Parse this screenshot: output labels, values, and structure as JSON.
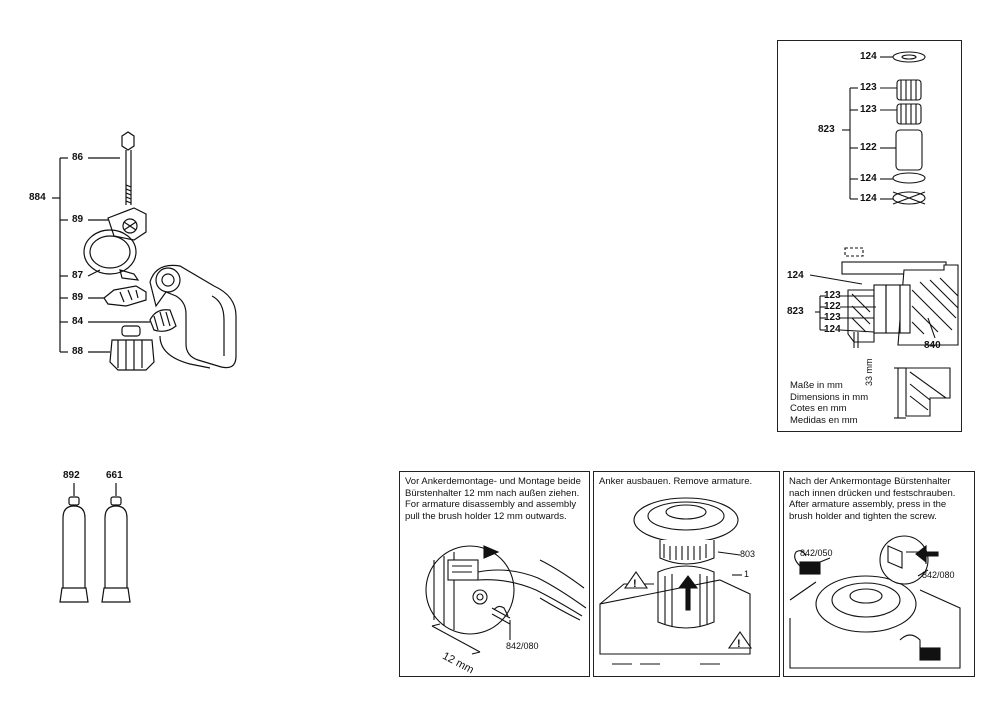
{
  "left_group": {
    "assembly_label": "884",
    "part_labels": [
      "86",
      "89",
      "87",
      "89",
      "84",
      "88"
    ]
  },
  "tubes": {
    "labels": [
      "892",
      "661"
    ]
  },
  "detail_box": {
    "top_labels": [
      "124",
      "123",
      "123",
      "823",
      "122",
      "124",
      "124"
    ],
    "section_labels": [
      "124",
      "123",
      "122",
      "123",
      "823",
      "124",
      "840"
    ],
    "dimension": "33 mm",
    "dim_notes": [
      "Maße in mm",
      "Dimensions in mm",
      "Cotes en mm",
      "Medidas en mm"
    ]
  },
  "panels": [
    {
      "lines": [
        "Vor Ankerdemontage- und Montage beide",
        "Bürstenhalter 12 mm nach außen ziehen.",
        "For armature disassembly and assembly",
        "pull the brush holder 12 mm outwards."
      ],
      "labels": [
        "842/080",
        "12 mm"
      ]
    },
    {
      "lines": [
        "Anker ausbauen. Remove armature."
      ],
      "labels": [
        "803",
        "1"
      ]
    },
    {
      "lines": [
        "Nach der Ankermontage Bürstenhalter",
        "nach innen drücken und festschrauben.",
        "After armature assembly, press in the",
        "brush holder and tighten the screw."
      ],
      "labels": [
        "842/050",
        "842/080"
      ]
    }
  ]
}
